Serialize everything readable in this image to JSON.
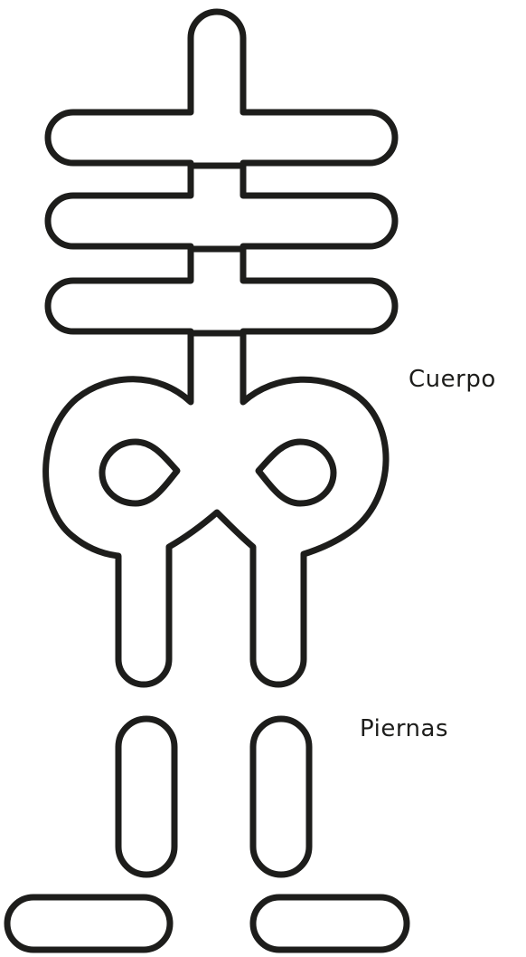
{
  "labels": {
    "body": "Cuerpo",
    "legs": "Piernas"
  },
  "style": {
    "stroke_color": "#1d1d1b",
    "fill_color": "#ffffff",
    "background": "#ffffff"
  },
  "parts": [
    "spine",
    "rib-top",
    "rib-middle",
    "rib-bottom",
    "pelvis",
    "eye-hole-left",
    "eye-hole-right",
    "upper-leg-left",
    "upper-leg-right",
    "lower-leg-left",
    "lower-leg-right",
    "foot-left",
    "foot-right"
  ]
}
